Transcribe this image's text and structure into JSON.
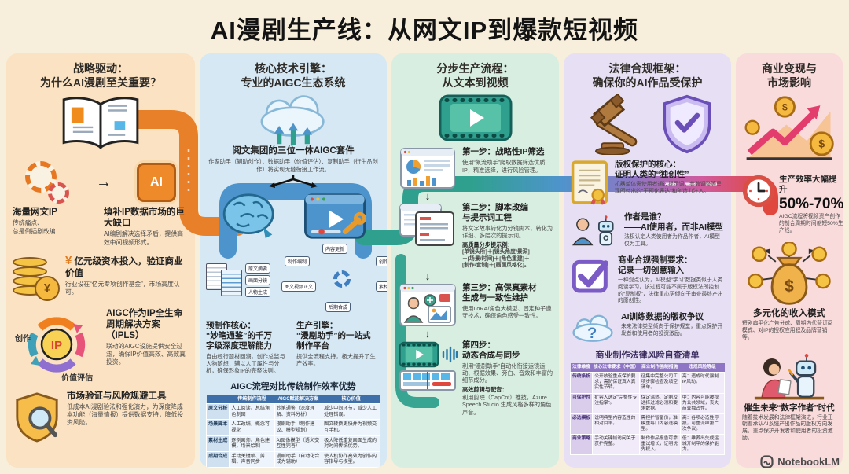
{
  "title": "AI漫剧生产线：从网文IP到爆款短视频",
  "watermark": "NotebookLM",
  "icons": {
    "chip": "AI",
    "ip": "IP",
    "yen": "¥",
    "dollar": "$",
    "question": "?"
  },
  "col1": {
    "header": "战略驱动：\n为什么AI漫剧至关重要？",
    "ip": {
      "title": "海量网文IP",
      "sub": "传统痛点、\n总是倒插剧改编"
    },
    "gap": {
      "title": "填补IP数据市场的巨大缺口",
      "sub": "AI编剧解决选择矛盾，提供高效中间视频形式。"
    },
    "capital": {
      "sym": "¥",
      "title": "亿元级资本投入，验证商业价值",
      "sub": "行业设在“亿元专项创作基金”，市场高度认可。"
    },
    "ipls": {
      "title": "AIGC作为IP全生命周期解决方案（IPLS）",
      "sub": "联动的AIGC设施提供安全过滤，确保IP价值高效、高效真投资。",
      "labels": [
        "创作",
        "价值评估"
      ]
    },
    "market": {
      "title": "市场验证与风险规避工具",
      "sub": "低成本AI漫剧验法和强化演力，为深度降成本功能（海量情报）提供数据支持，降低投资风险。"
    }
  },
  "col2": {
    "header": "核心技术引擎：\n专业的AIGC生态系统",
    "suite_title": "阅文集团的三位一体AIGC套件",
    "suite_sub": "作家助手（辅助创作）、数据助手（价值评估）、复制助手（衍生品创作）将实现无缝衔接工作流。",
    "doc_labels": [
      "原文摘要",
      "画面分镜",
      "人物生成"
    ],
    "cycle_labels": [
      "内容更新",
      "创作建议",
      "素材制作",
      "后期合成",
      "图文视频正文",
      "制作编制"
    ],
    "pre_title": "预制作核心：\n“妙笔通鉴”的千万\n字级深度理解能力",
    "pre_sub": "自由经行题材回溯，创作总监与人物随想，辅以人工属性与分析，确保形象IP的完整法则。",
    "engine_title": "生产引擎：\n“漫剧助手”的一站式\n制作平台",
    "engine_sub": "提供全流程支持，极大提升了生产效率。",
    "table": {
      "title": "AIGC流程对比传统制作效率优势",
      "h": [
        "",
        "传统制作流程",
        "AIGC赋能解决方案",
        "核心价值"
      ],
      "rows": [
        [
          "原文分析",
          "人工阅读、总结角色制图",
          "妙笔通鉴（深度理解、资料分析）",
          "减少中间环节，减少人工处理错误。"
        ],
        [
          "场景脚本",
          "人工改编，概念可视化",
          "漫剧助手（制作建议、模型规划）",
          "图文转换更快并为视频交互手机。"
        ],
        [
          "素材生成",
          "逐例画师、角色建模、场景绘制",
          "AI图像模型（语义交互性完善）",
          "极大降低重复画面生成的对时间传统优势。"
        ],
        [
          "后期合成",
          "手动关键帧、剪辑、声音同步",
          "漫剧助手（自动化合成为辅助）",
          "使人机协作高效为创作内容指导与模型。"
        ]
      ]
    }
  },
  "col3": {
    "header": "分步生产流程：\n从文本到视频",
    "step1": {
      "title": "第一步：战略性IP筛选",
      "sub": "使用“飙流助手”爬取数据筛选优质IP，精准选择，进行风险管理。"
    },
    "step2": {
      "title": "第二步：脚本改编\n与提示词工程",
      "sub": "将文字故事转化为分镜脚本，转化为详细、多层次的提示词。",
      "extra_label": "高质量分步提示例：",
      "extra": "[单镜头所]＋[镜头角度/景深]\n＋[场景/时间]＋[角色重建]＋\n[制作/套制]＋[画面风格化]。"
    },
    "step3": {
      "title": "第三步：高保真素材\n生成与一致性维护",
      "sub": "使用LoRA/角色大模型、固定种子遵守技术，确保角色感受一致性。"
    },
    "step4": {
      "title": "第四步：\n动态合成与同步",
      "sub": "利用“漫剧助手”自动化衔接运镜运动、根据效果、旁白、音效和丰富的细节成分。",
      "extra_label": "高效剪辑与配音：",
      "extra": "利用剪映（CapCot）推技，Azure Speech Studio 生成风格多样的角色声音。"
    }
  },
  "col4": {
    "header": "法律合规框架：\n确保你的AI作品受保护",
    "i1": {
      "title": "版权保护的核心：\n证明人类的“独创性”",
      "sub": "机器单体需使用者通过提示词，参数调整等呈现所付出的“干预化表达”和创造力注入。"
    },
    "i2": {
      "title": "作者是谁？\n——AI使用者，而非AI模型",
      "sub": "法权认定人类使用者为作品作者，AI模型仅为工具。"
    },
    "i3": {
      "title": "商业合规强制要求：\n记录一切创意输入",
      "sub": "一种观点认为，AI模型“学习”数据类似于人类阅读学习，该过程可能不属于版权法所控制的“复制权”，法律重心更倾向于审查最终产出的原创性。"
    },
    "i4": {
      "title": "AI训练数据的版权争议",
      "sub": "未来法律类型倾向于保护规堂，重点保护开发者和使用者的投资激励。"
    },
    "table": {
      "title": "商业制作法律风险自查清单",
      "h": [
        "法律维度",
        "核心法律要求（中国）",
        "商业制作强制措施",
        "违规风险等级"
      ],
      "rows": [
        [
          "传统条析",
          "公开核验重点保护要求，需防保证真人真实性节转。",
          "征集中完整公司工项步骤检查及填空清单。",
          "高：违成时代强制IP风动。"
        ],
        [
          "可保护性",
          "扩容人选定“完整性专注指掌”。",
          "保定温热、定制及选择过滤必须和要求数据。",
          "中：内容可能被视为公共领域，丧失商业独占性。"
        ],
        [
          "必选模板",
          "说明典型内容造性的相对目率。",
          "需担扩智备份，准模重每口内容选模型。",
          "高：各项必造性停损，可重派维第二次争议。"
        ],
        [
          "商业策略",
          "手动关键帧访问关于获护完整。",
          "制作作品报告可靠重试增长，证明优先权入。",
          "低：维养出失成运城开制平的保护能力。"
        ]
      ]
    }
  },
  "col5": {
    "header": "商业变现与\n市场影响",
    "eff": {
      "title": "生产效率大幅提升",
      "big": "50%-70%",
      "sub": "AIGC流程将视频资产创作的制合周期时间缩短50%生产线。"
    },
    "rev": {
      "title": "多元化的收入模式",
      "sub": "短剧扁平化广告分成、周期内代替订阅模式、对IP的授权应用程及品牌营销等。"
    },
    "future": {
      "title": "催生未来“数字作者”时代",
      "sub": "随着技术发展和法律框架演进，行业正朝着承认AI系统产出作品的版权方向发展。重点保护开发者和使用者的投资激励。"
    }
  }
}
